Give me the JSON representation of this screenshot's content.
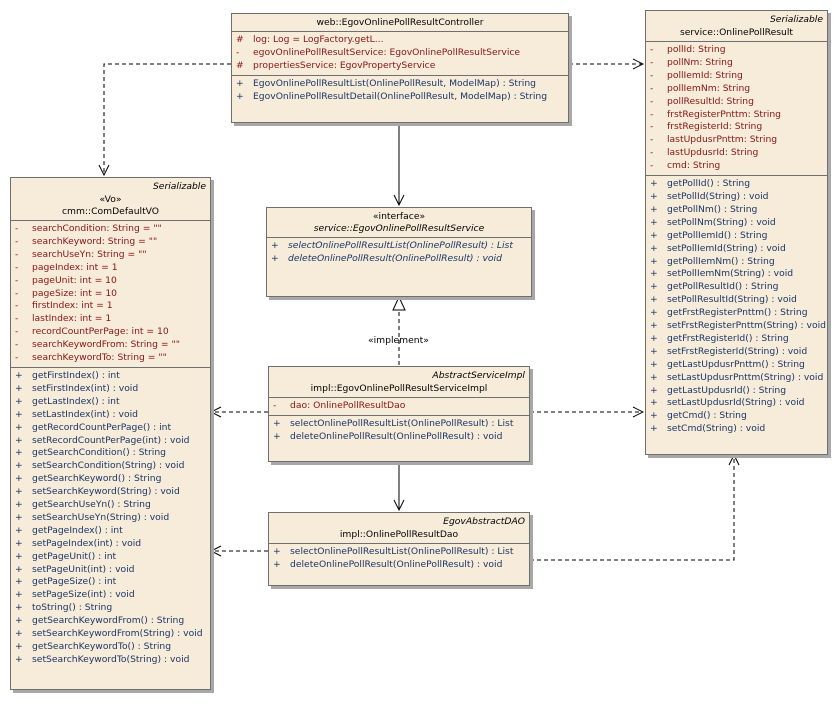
{
  "classes": {
    "controller": {
      "interface_label": "",
      "stereotype": "",
      "name": "web::EgovOnlinePollResultController",
      "attributes": [
        {
          "vis": "#",
          "text": "log:  Log = LogFactory.getL..."
        },
        {
          "vis": "-",
          "text": "egovOnlinePollResultService:  EgovOnlinePollResultService"
        },
        {
          "vis": "#",
          "text": "propertiesService:  EgovPropertyService"
        }
      ],
      "operations": [
        {
          "vis": "+",
          "text": "EgovOnlinePollResultList(OnlinePollResult, ModelMap) : String"
        },
        {
          "vis": "+",
          "text": "EgovOnlinePollResultDetail(OnlinePollResult, ModelMap) : String"
        }
      ]
    },
    "vo": {
      "interface_label": "Serializable",
      "stereotype": "«Vo»",
      "name": "cmm::ComDefaultVO",
      "attributes": [
        {
          "vis": "-",
          "text": "searchCondition:  String = \"\""
        },
        {
          "vis": "-",
          "text": "searchKeyword:  String = \"\""
        },
        {
          "vis": "-",
          "text": "searchUseYn:  String = \"\""
        },
        {
          "vis": "-",
          "text": "pageIndex:  int = 1"
        },
        {
          "vis": "-",
          "text": "pageUnit:  int = 10"
        },
        {
          "vis": "-",
          "text": "pageSize:  int = 10"
        },
        {
          "vis": "-",
          "text": "firstIndex:  int = 1"
        },
        {
          "vis": "-",
          "text": "lastIndex:  int = 1"
        },
        {
          "vis": "-",
          "text": "recordCountPerPage:  int = 10"
        },
        {
          "vis": "-",
          "text": "searchKeywordFrom:  String = \"\""
        },
        {
          "vis": "-",
          "text": "searchKeywordTo:  String = \"\""
        }
      ],
      "operations": [
        {
          "vis": "+",
          "text": "getFirstIndex() : int"
        },
        {
          "vis": "+",
          "text": "setFirstIndex(int) : void"
        },
        {
          "vis": "+",
          "text": "getLastIndex() : int"
        },
        {
          "vis": "+",
          "text": "setLastIndex(int) : void"
        },
        {
          "vis": "+",
          "text": "getRecordCountPerPage() : int"
        },
        {
          "vis": "+",
          "text": "setRecordCountPerPage(int) : void"
        },
        {
          "vis": "+",
          "text": "getSearchCondition() : String"
        },
        {
          "vis": "+",
          "text": "setSearchCondition(String) : void"
        },
        {
          "vis": "+",
          "text": "getSearchKeyword() : String"
        },
        {
          "vis": "+",
          "text": "setSearchKeyword(String) : void"
        },
        {
          "vis": "+",
          "text": "getSearchUseYn() : String"
        },
        {
          "vis": "+",
          "text": "setSearchUseYn(String) : void"
        },
        {
          "vis": "+",
          "text": "getPageIndex() : int"
        },
        {
          "vis": "+",
          "text": "setPageIndex(int) : void"
        },
        {
          "vis": "+",
          "text": "getPageUnit() : int"
        },
        {
          "vis": "+",
          "text": "setPageUnit(int) : void"
        },
        {
          "vis": "+",
          "text": "getPageSize() : int"
        },
        {
          "vis": "+",
          "text": "setPageSize(int) : void"
        },
        {
          "vis": "+",
          "text": "toString() : String"
        },
        {
          "vis": "+",
          "text": "getSearchKeywordFrom() : String"
        },
        {
          "vis": "+",
          "text": "setSearchKeywordFrom(String) : void"
        },
        {
          "vis": "+",
          "text": "getSearchKeywordTo() : String"
        },
        {
          "vis": "+",
          "text": "setSearchKeywordTo(String) : void"
        }
      ]
    },
    "service_iface": {
      "interface_label": "",
      "stereotype": "«interface»",
      "name": "service::EgovOnlinePollResultService",
      "attributes": [],
      "operations": [
        {
          "vis": "+",
          "text": "selectOnlinePollResultList(OnlinePollResult) : List"
        },
        {
          "vis": "+",
          "text": "deleteOnlinePollResult(OnlinePollResult) : void"
        }
      ]
    },
    "service_impl": {
      "interface_label": "AbstractServiceImpl",
      "stereotype": "",
      "name": "impl::EgovOnlinePollResultServiceImpl",
      "attributes": [
        {
          "vis": "-",
          "text": "dao:  OnlinePollResultDao"
        }
      ],
      "operations": [
        {
          "vis": "+",
          "text": "selectOnlinePollResultList(OnlinePollResult) : List"
        },
        {
          "vis": "+",
          "text": "deleteOnlinePollResult(OnlinePollResult) : void"
        }
      ]
    },
    "dao": {
      "interface_label": "EgovAbstractDAO",
      "stereotype": "",
      "name": "impl::OnlinePollResultDao",
      "attributes": [],
      "operations": [
        {
          "vis": "+",
          "text": "selectOnlinePollResultList(OnlinePollResult) : List"
        },
        {
          "vis": "+",
          "text": "deleteOnlinePollResult(OnlinePollResult) : void"
        }
      ]
    },
    "model": {
      "interface_label": "Serializable",
      "stereotype": "",
      "name": "service::OnlinePollResult",
      "attributes": [
        {
          "vis": "-",
          "text": "pollId:  String"
        },
        {
          "vis": "-",
          "text": "pollNm:  String"
        },
        {
          "vis": "-",
          "text": "pollIemId:  String"
        },
        {
          "vis": "-",
          "text": "pollIemNm:  String"
        },
        {
          "vis": "-",
          "text": "pollResultId:  String"
        },
        {
          "vis": "-",
          "text": "frstRegisterPnttm:  String"
        },
        {
          "vis": "-",
          "text": "frstRegisterId:  String"
        },
        {
          "vis": "-",
          "text": "lastUpdusrPnttm:  String"
        },
        {
          "vis": "-",
          "text": "lastUpdusrId:  String"
        },
        {
          "vis": "-",
          "text": "cmd:  String"
        }
      ],
      "operations": [
        {
          "vis": "+",
          "text": "getPollId() : String"
        },
        {
          "vis": "+",
          "text": "setPollId(String) : void"
        },
        {
          "vis": "+",
          "text": "getPollNm() : String"
        },
        {
          "vis": "+",
          "text": "setPollNm(String) : void"
        },
        {
          "vis": "+",
          "text": "getPollIemId() : String"
        },
        {
          "vis": "+",
          "text": "setPollIemId(String) : void"
        },
        {
          "vis": "+",
          "text": "getPollIemNm() : String"
        },
        {
          "vis": "+",
          "text": "setPollIemNm(String) : void"
        },
        {
          "vis": "+",
          "text": "getPollResultId() : String"
        },
        {
          "vis": "+",
          "text": "setPollResultId(String) : void"
        },
        {
          "vis": "+",
          "text": "getFrstRegisterPnttm() : String"
        },
        {
          "vis": "+",
          "text": "setFrstRegisterPnttm(String) : void"
        },
        {
          "vis": "+",
          "text": "getFrstRegisterId() : String"
        },
        {
          "vis": "+",
          "text": "setFrstRegisterId(String) : void"
        },
        {
          "vis": "+",
          "text": "getLastUpdusrPnttm() : String"
        },
        {
          "vis": "+",
          "text": "setLastUpdusrPnttm(String) : void"
        },
        {
          "vis": "+",
          "text": "getLastUpdusrId() : String"
        },
        {
          "vis": "+",
          "text": "setLastUpdusrId(String) : void"
        },
        {
          "vis": "+",
          "text": "getCmd() : String"
        },
        {
          "vis": "+",
          "text": "setCmd(String) : void"
        }
      ]
    }
  },
  "connector_labels": {
    "implement": "«implement»"
  },
  "colors": {
    "box_fill": "#f7ecd9",
    "attribute_text": "#8a1414",
    "operation_text": "#1a3566"
  }
}
